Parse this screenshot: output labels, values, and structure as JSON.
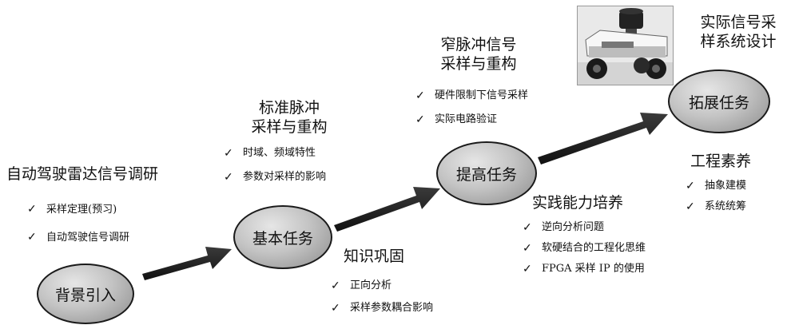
{
  "stages": [
    {
      "label": "背景引入"
    },
    {
      "label": "基本任务"
    },
    {
      "label": "提高任务"
    },
    {
      "label": "拓展任务"
    }
  ],
  "sections": {
    "background": {
      "title": "自动驾驶雷达信号调研",
      "items": [
        "采样定理(预习)",
        "自动驾驶信号调研"
      ]
    },
    "standard": {
      "title_lines": [
        "标准脉冲",
        "采样与重构"
      ],
      "items": [
        "时域、频域特性",
        "参数对采样的影响"
      ]
    },
    "knowledge": {
      "title": "知识巩固",
      "items": [
        "正向分析",
        "采样参数耦合影响"
      ]
    },
    "narrow": {
      "title_lines": [
        "窄脉冲信号",
        "采样与重构"
      ],
      "items": [
        "硬件限制下信号采样",
        "实际电路验证"
      ]
    },
    "practice": {
      "title": "实践能力培养",
      "items": [
        "逆向分析问题",
        "软硬结合的工程化思维",
        "FPGA 采样 IP 的使用"
      ]
    },
    "actual": {
      "title_lines": [
        "实际信号采",
        "样系统设计"
      ]
    },
    "engineering": {
      "title": "工程素养",
      "items": [
        "抽象建模",
        "系统统筹"
      ]
    }
  },
  "check_mark": "✓"
}
